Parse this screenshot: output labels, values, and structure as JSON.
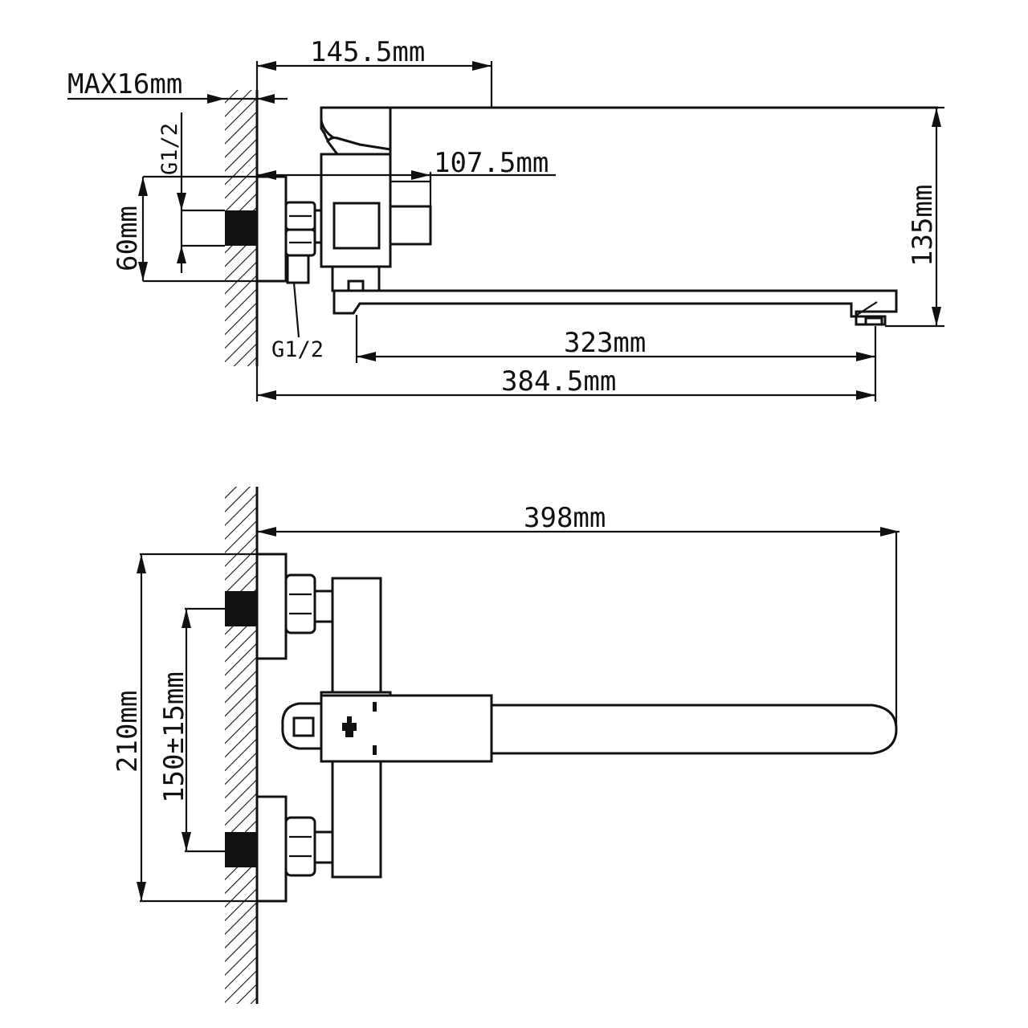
{
  "side_view": {
    "max_thickness": "MAX16mm",
    "spout_height_offset": "145.5mm",
    "body_depth": "107.5mm",
    "inlet_pitch": "60mm",
    "thread_top": "G1/2",
    "thread_bottom": "G1/2",
    "total_height": "135mm",
    "spout_reach": "323mm",
    "total_reach": "384.5mm"
  },
  "top_view": {
    "total_reach": "398mm",
    "inlet_span": "210mm",
    "center_distance": "150±15mm"
  }
}
